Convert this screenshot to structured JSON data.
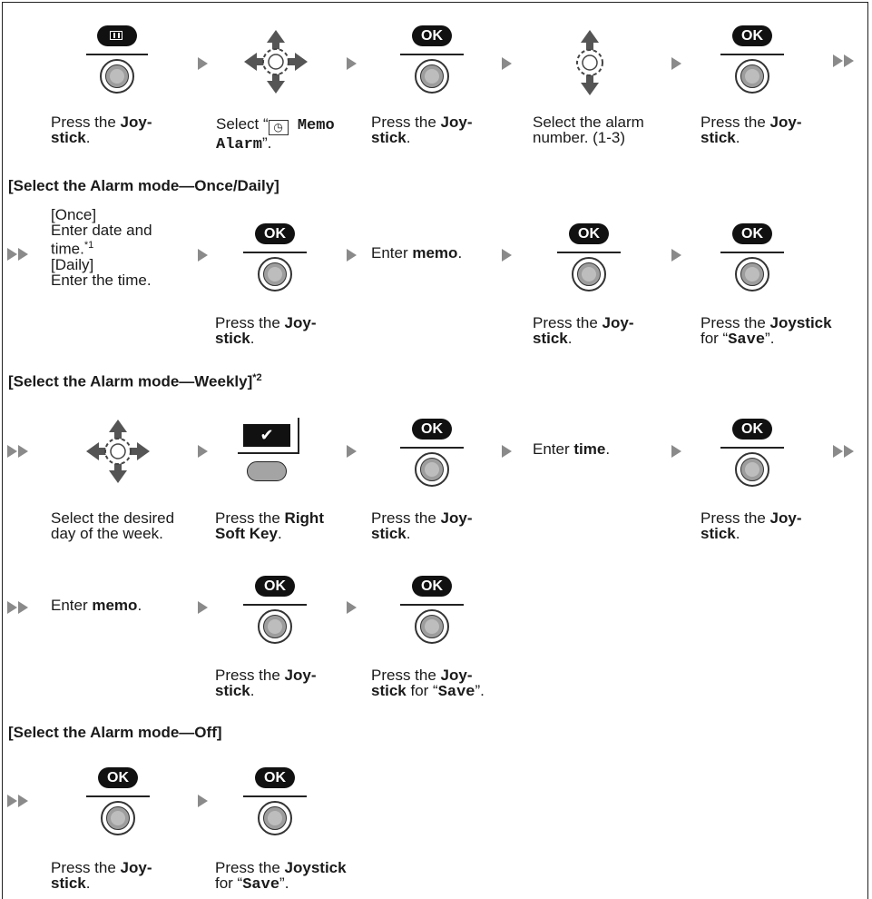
{
  "ok_label": "OK",
  "headings": {
    "once_daily": "[Select the Alarm mode—Once/Daily]",
    "weekly": "[Select the Alarm mode—Weekly]",
    "weekly_note": "*2",
    "off": "[Select the Alarm mode—Off]"
  },
  "common": {
    "press_the": "Press the ",
    "joy": "Joy-",
    "stick": "stick",
    "period": ".",
    "joystick": "Joystick",
    "for_open": "for “",
    "save": "Save",
    "close": "”.",
    "stick_for_open": " for “"
  },
  "row1": {
    "select_open": "Select “",
    "memo": "Memo",
    "alarm": "Alarm",
    "select_close": "”.",
    "select_alarm_line1": "Select the alarm",
    "select_alarm_line2": "number. (1-3)"
  },
  "row2": {
    "once": "[Once]",
    "enter_date": "Enter date and",
    "time": "time.",
    "note1": "*1",
    "daily": "[Daily]",
    "enter_time": "Enter the time.",
    "enter": "Enter ",
    "memo": "memo",
    "period": "."
  },
  "row3": {
    "select_day_line1": "Select the desired",
    "select_day_line2": "day of the week.",
    "press_the": "Press the ",
    "right": "Right",
    "soft_key": "Soft Key",
    "period": ".",
    "enter": "Enter ",
    "time": "time",
    "check_mark": "✔"
  }
}
